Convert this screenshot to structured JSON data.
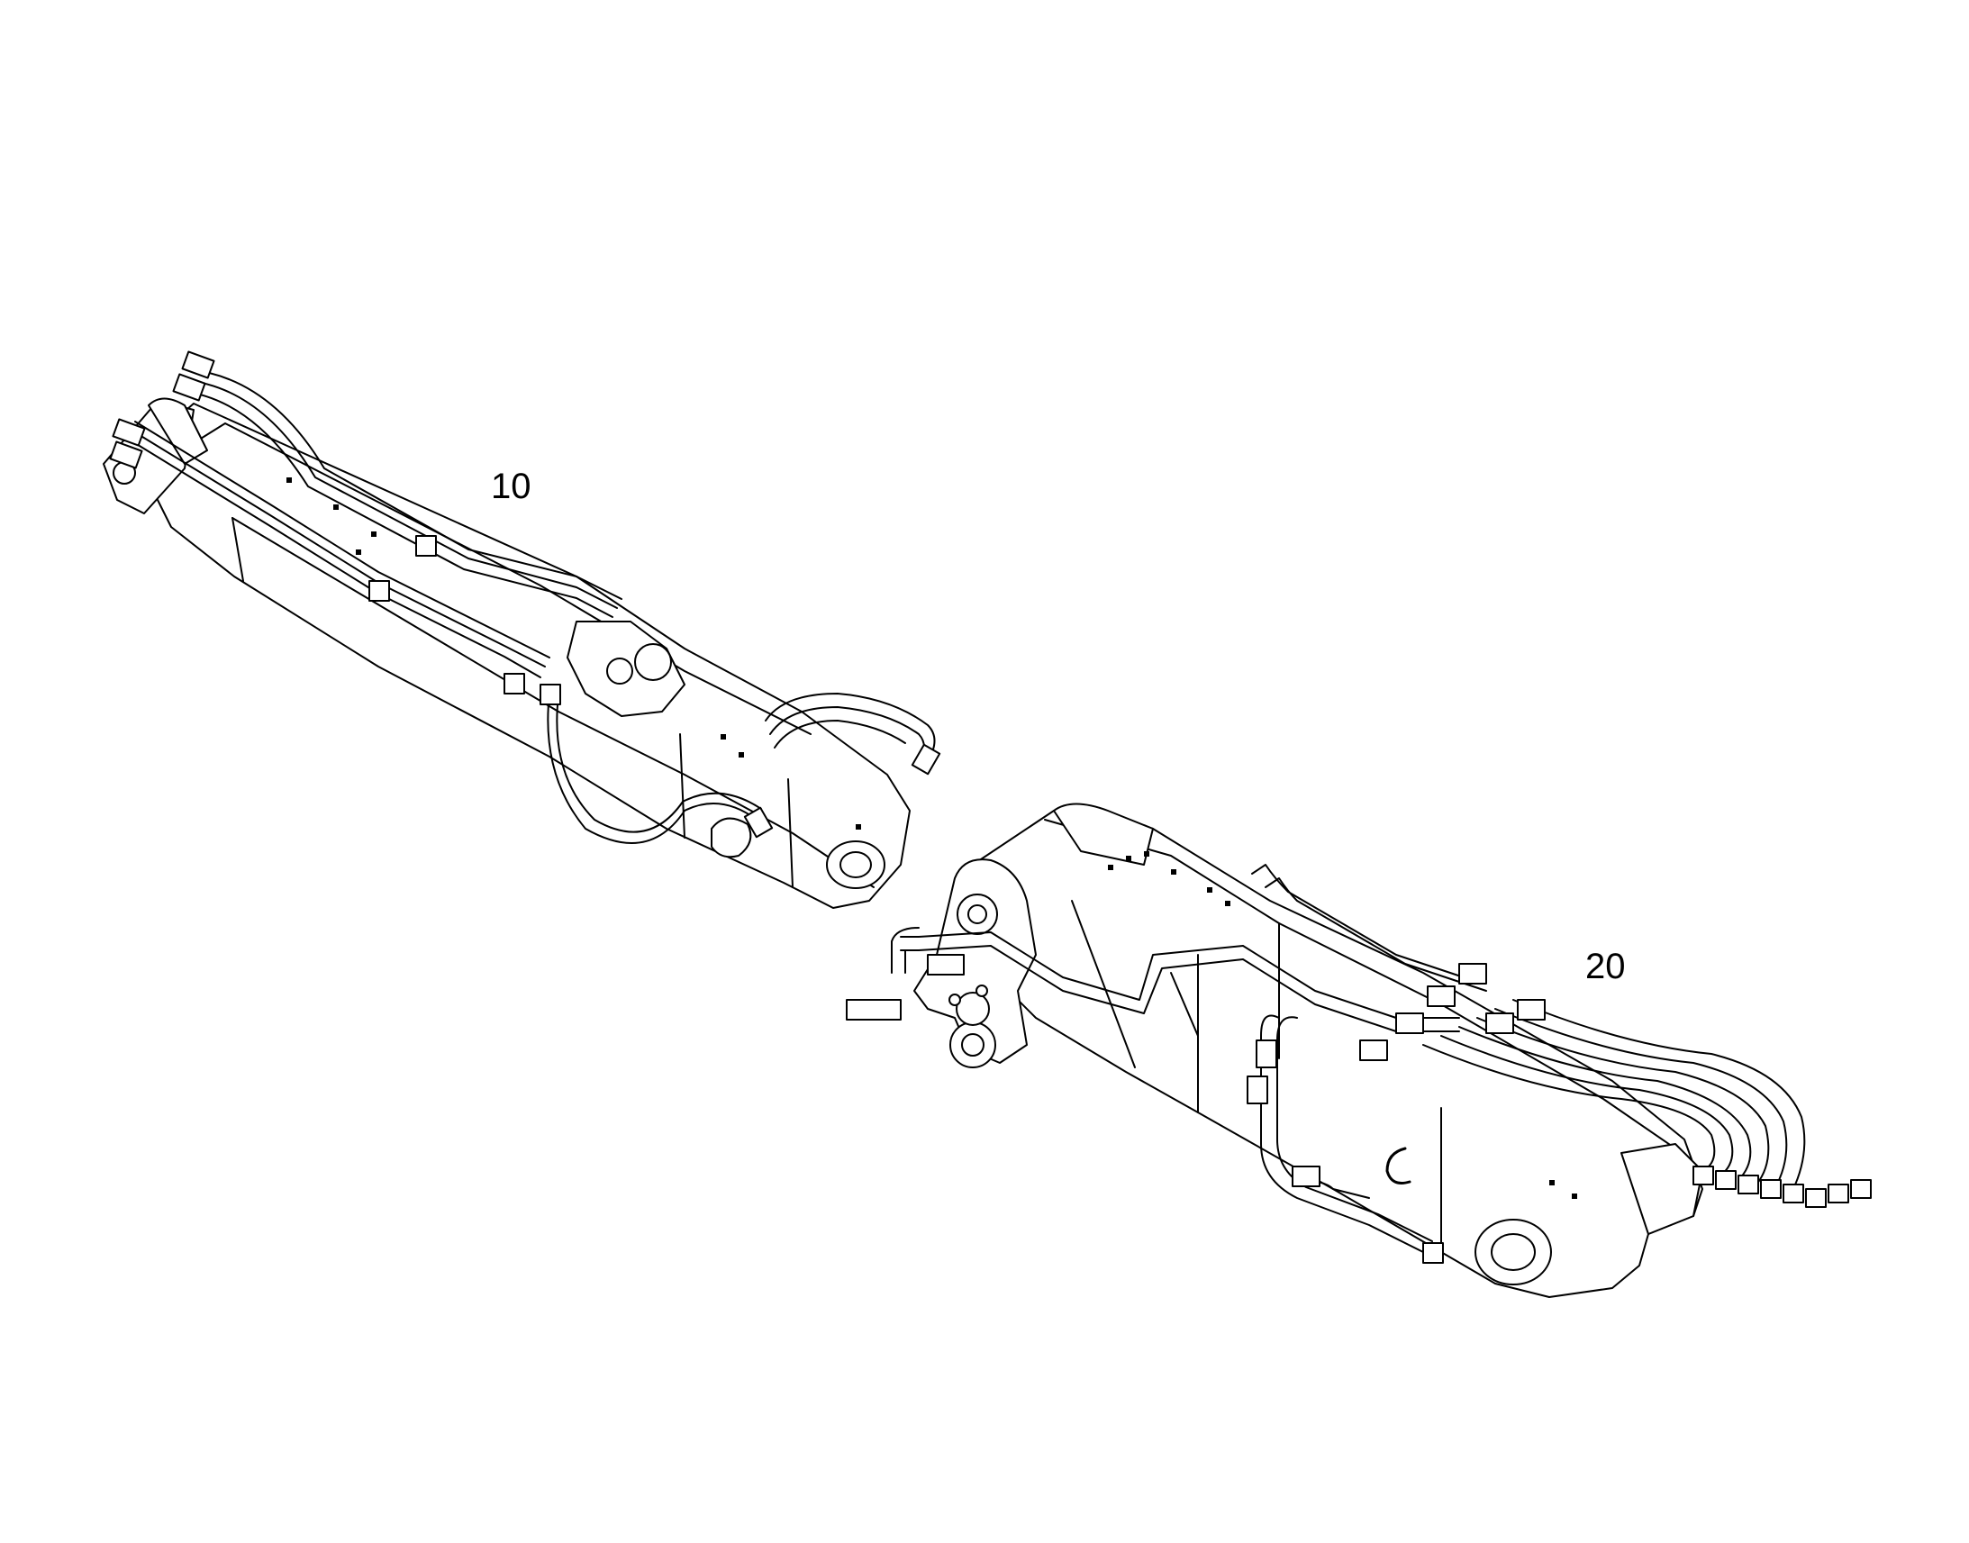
{
  "callouts": {
    "part_10": "10",
    "part_20": "20"
  },
  "colors": {
    "line": "#000000",
    "fill": "#ffffff"
  },
  "parts": [
    {
      "id": "part-10",
      "description_icon": "excavator-arm-stick-icon"
    },
    {
      "id": "part-20",
      "description_icon": "excavator-boom-icon"
    }
  ]
}
